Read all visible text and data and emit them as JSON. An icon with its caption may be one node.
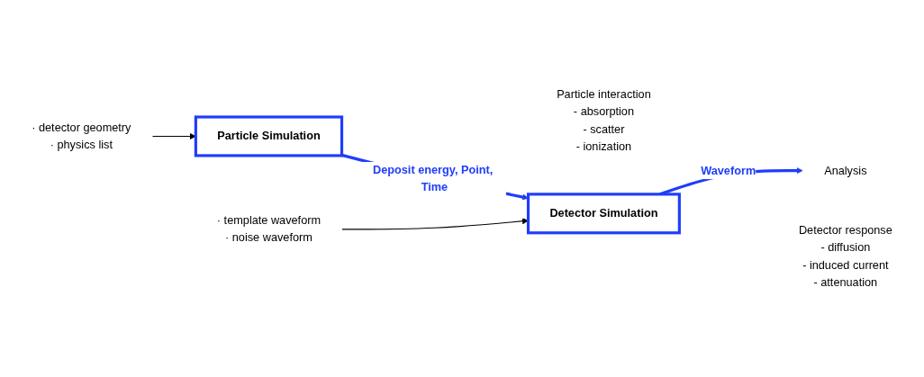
{
  "diagram": {
    "nodes": [
      {
        "text": [
          "· detector geometry",
          "· physics list"
        ]
      },
      {
        "text": [
          "Particle Simulation"
        ],
        "beside": [
          "Particle interaction",
          "- absorption",
          "- scatter",
          "- ionization"
        ]
      },
      {
        "text": [
          "· template waveform",
          "· noise waveform"
        ]
      },
      {
        "text": [
          "Detector Simulation"
        ],
        "beside": [
          "Detector response",
          "- diffusion",
          "- induced current",
          "- attenuation"
        ]
      },
      {
        "text": [
          "Analysis"
        ]
      }
    ],
    "edges": [
      {
        "from": 0,
        "to": 1,
        "arrow": "to"
      },
      {
        "from": 1,
        "to": 3,
        "arrow": "to",
        "label": "Deposit energy, Point, Time",
        "style": "thick",
        "color": "#1f3dfb"
      },
      {
        "from": 2,
        "to": 3,
        "arrow": "to"
      },
      {
        "from": 3,
        "to": 4,
        "arrow": "to",
        "label": "Waveform",
        "style": "thick",
        "color": "#1f3dfb"
      }
    ]
  }
}
